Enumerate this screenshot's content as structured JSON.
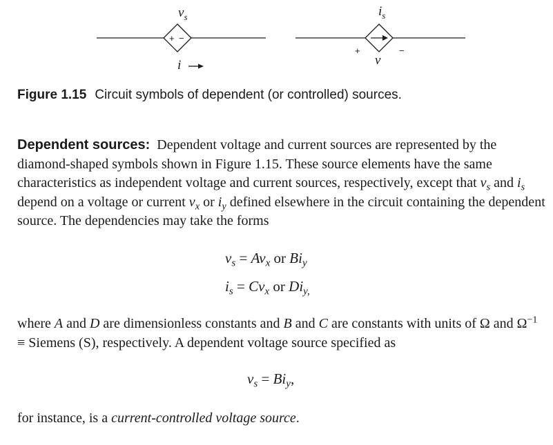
{
  "figure": {
    "label": "Figure 1.15",
    "caption": "Circuit symbols of dependent (or controlled) sources.",
    "voltage_source": {
      "top_label_var": "v",
      "top_label_sub": "s",
      "inner_plus": "+",
      "inner_minus": "−",
      "bottom_label": "i"
    },
    "current_source": {
      "top_label_var": "i",
      "top_label_sub": "s",
      "plus_sign": "+",
      "minus_sign": "−",
      "bottom_label": "v"
    }
  },
  "paragraph1": {
    "lead": "Dependent sources:",
    "t1": "Dependent voltage and current sources are represented by the diamond-shaped symbols shown in Figure 1.15. These source elements have the same characteristics as independent voltage and current sources, respectively, except that ",
    "v": "v",
    "s1": "s",
    "t2": " and ",
    "i": "i",
    "s2": "s",
    "t3": " depend on a voltage or current ",
    "vx": "v",
    "x": "x",
    "t4": " or ",
    "iy": "i",
    "y": "y",
    "t5": " defined elsewhere in the circuit containing the dependent source. The dependencies may take the forms"
  },
  "equation1": {
    "lhs": "v",
    "lhs_sub": "s",
    "eq": " = ",
    "coef1": "A",
    "var1": "v",
    "sub1": "x",
    "or": " or ",
    "coef2": "B",
    "var2": "i",
    "sub2": "y"
  },
  "equation2": {
    "lhs": "i",
    "lhs_sub": "s",
    "eq": " = ",
    "coef1": "C",
    "var1": "v",
    "sub1": "x",
    "or": " or ",
    "coef2": "D",
    "var2": "i",
    "sub2": "y,",
    "trail": ""
  },
  "paragraph2": {
    "t1": "where ",
    "A": "A",
    "t2": " and ",
    "D": "D",
    "t3": " are dimensionless constants and ",
    "B": "B",
    "t4": " and ",
    "C": "C",
    "t5": " are constants with units of Ω and Ω",
    "sup": "−1",
    "t6": " ≡ Siemens (S), respectively. A dependent voltage source specified as"
  },
  "equation3": {
    "lhs": "v",
    "lhs_sub": "s",
    "eq": " = ",
    "coef": "B",
    "var": "i",
    "sub": "y",
    "trail": ","
  },
  "paragraph3": {
    "t1": "for instance, is a ",
    "em": "current-controlled voltage source",
    "t2": "."
  }
}
